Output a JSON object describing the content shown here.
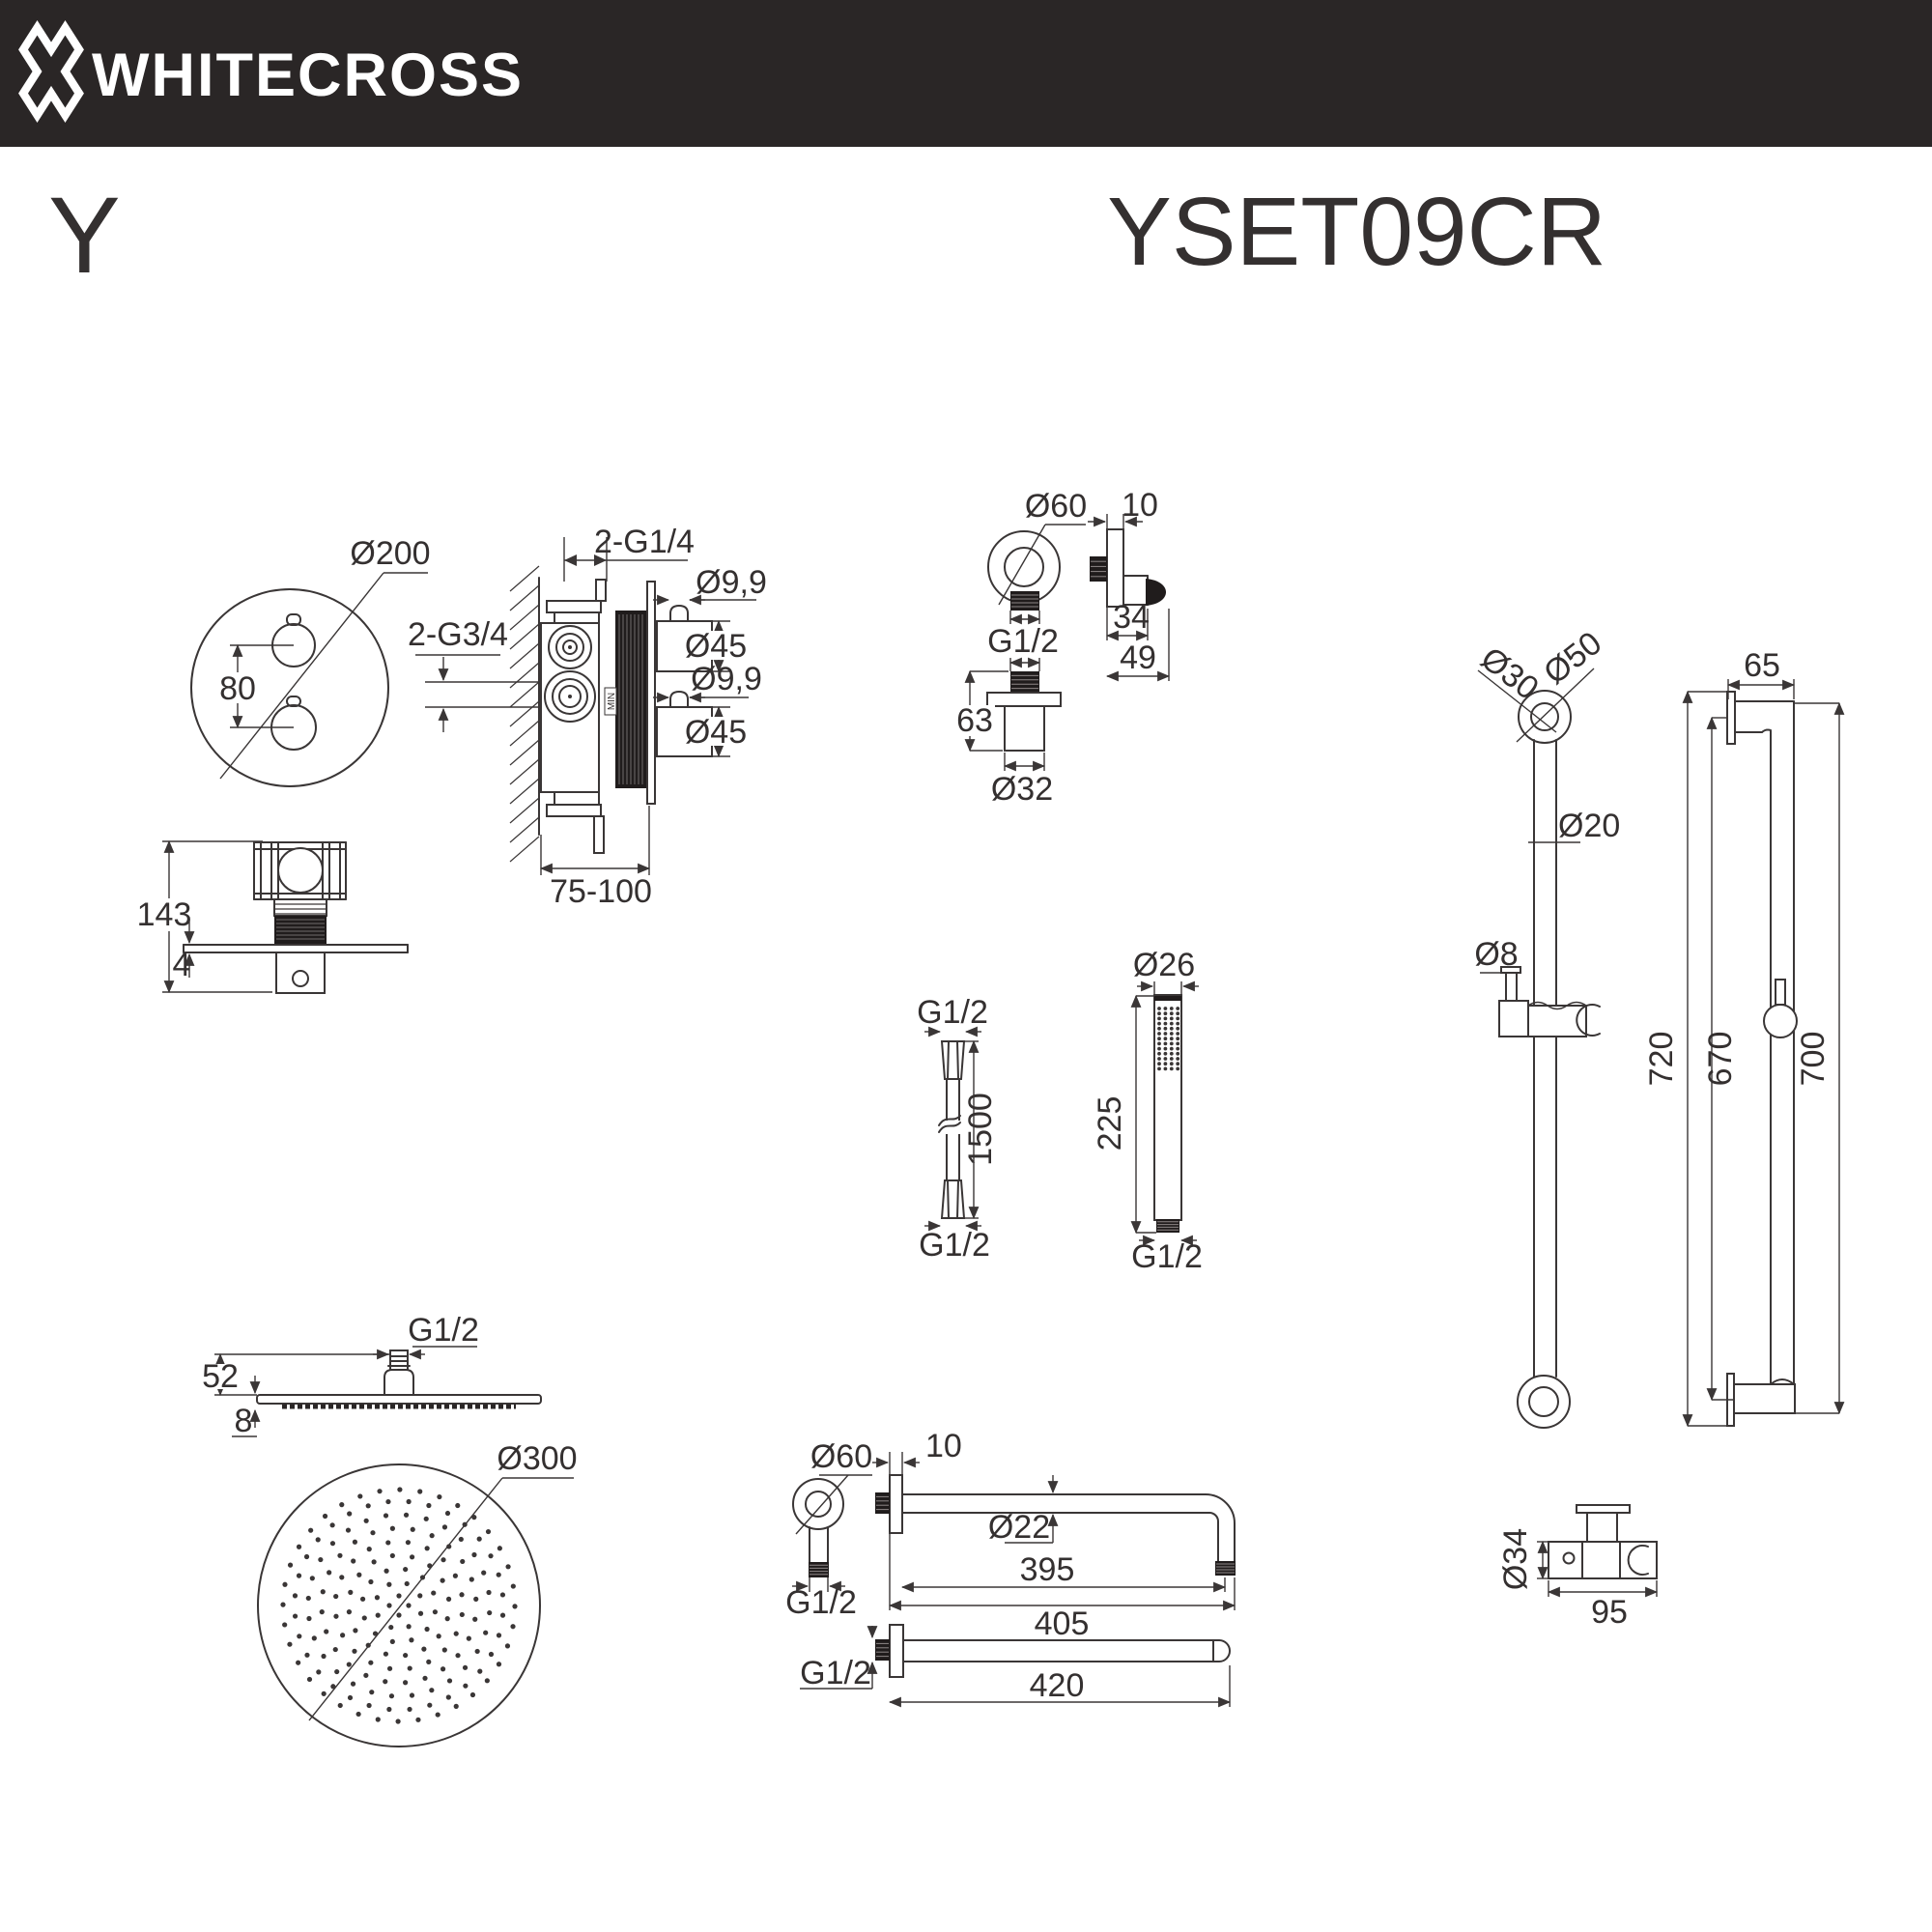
{
  "header": {
    "brand": "WHITECROSS",
    "logo_icon": "x-cross-icon",
    "bg_color": "#2a2626"
  },
  "model": {
    "series": "Y",
    "code": "YSET09CR"
  },
  "colors": {
    "line": "#3a3636",
    "text": "#343030",
    "fill_dark": "#201c1c",
    "white": "#ffffff"
  },
  "drawings": {
    "mixer_front": {
      "diameter": "Ø200",
      "knob_spacing": "80"
    },
    "mixer_side": {
      "top_thread": "2-G1/4",
      "inlet_thread": "2-G3/4",
      "stem1": "Ø9,9",
      "knob1": "Ø45",
      "stem2": "Ø9,9",
      "knob2": "Ø45",
      "depth_range": "75-100",
      "min_marking": "MIN"
    },
    "mixer_top": {
      "height": "143",
      "plate_thickness": "4"
    },
    "outlet_front": {
      "diameter": "Ø60",
      "thread": "G1/2"
    },
    "outlet_side": {
      "plate_thickness": "10",
      "stub_length": "34",
      "total_length": "49"
    },
    "outlet_bottom": {
      "height": "63",
      "diameter": "Ø32"
    },
    "slidebar": {
      "inner_dia": "Ø30",
      "outer_dia": "Ø50",
      "bar_dia": "Ø20",
      "pin_dia": "Ø8",
      "bracket_depth": "65",
      "overall": "720",
      "inner_len": "670",
      "rail_len": "700"
    },
    "holder": {
      "diameter": "Ø34",
      "width": "95"
    },
    "hose": {
      "top_thread": "G1/2",
      "length": "1500",
      "bottom_thread": "G1/2"
    },
    "handshower": {
      "diameter": "Ø26",
      "length": "225",
      "thread": "G1/2"
    },
    "head_side": {
      "thread": "G1/2",
      "height": "52",
      "plate_thickness": "8"
    },
    "head_top": {
      "diameter": "Ø300"
    },
    "arm": {
      "flange_dia": "Ø60",
      "plate_thickness": "10",
      "pipe_dia": "Ø22",
      "len_inner": "395",
      "len_outer": "405",
      "thread": "G1/2"
    },
    "arm2": {
      "thread": "G1/2",
      "length": "420"
    }
  }
}
